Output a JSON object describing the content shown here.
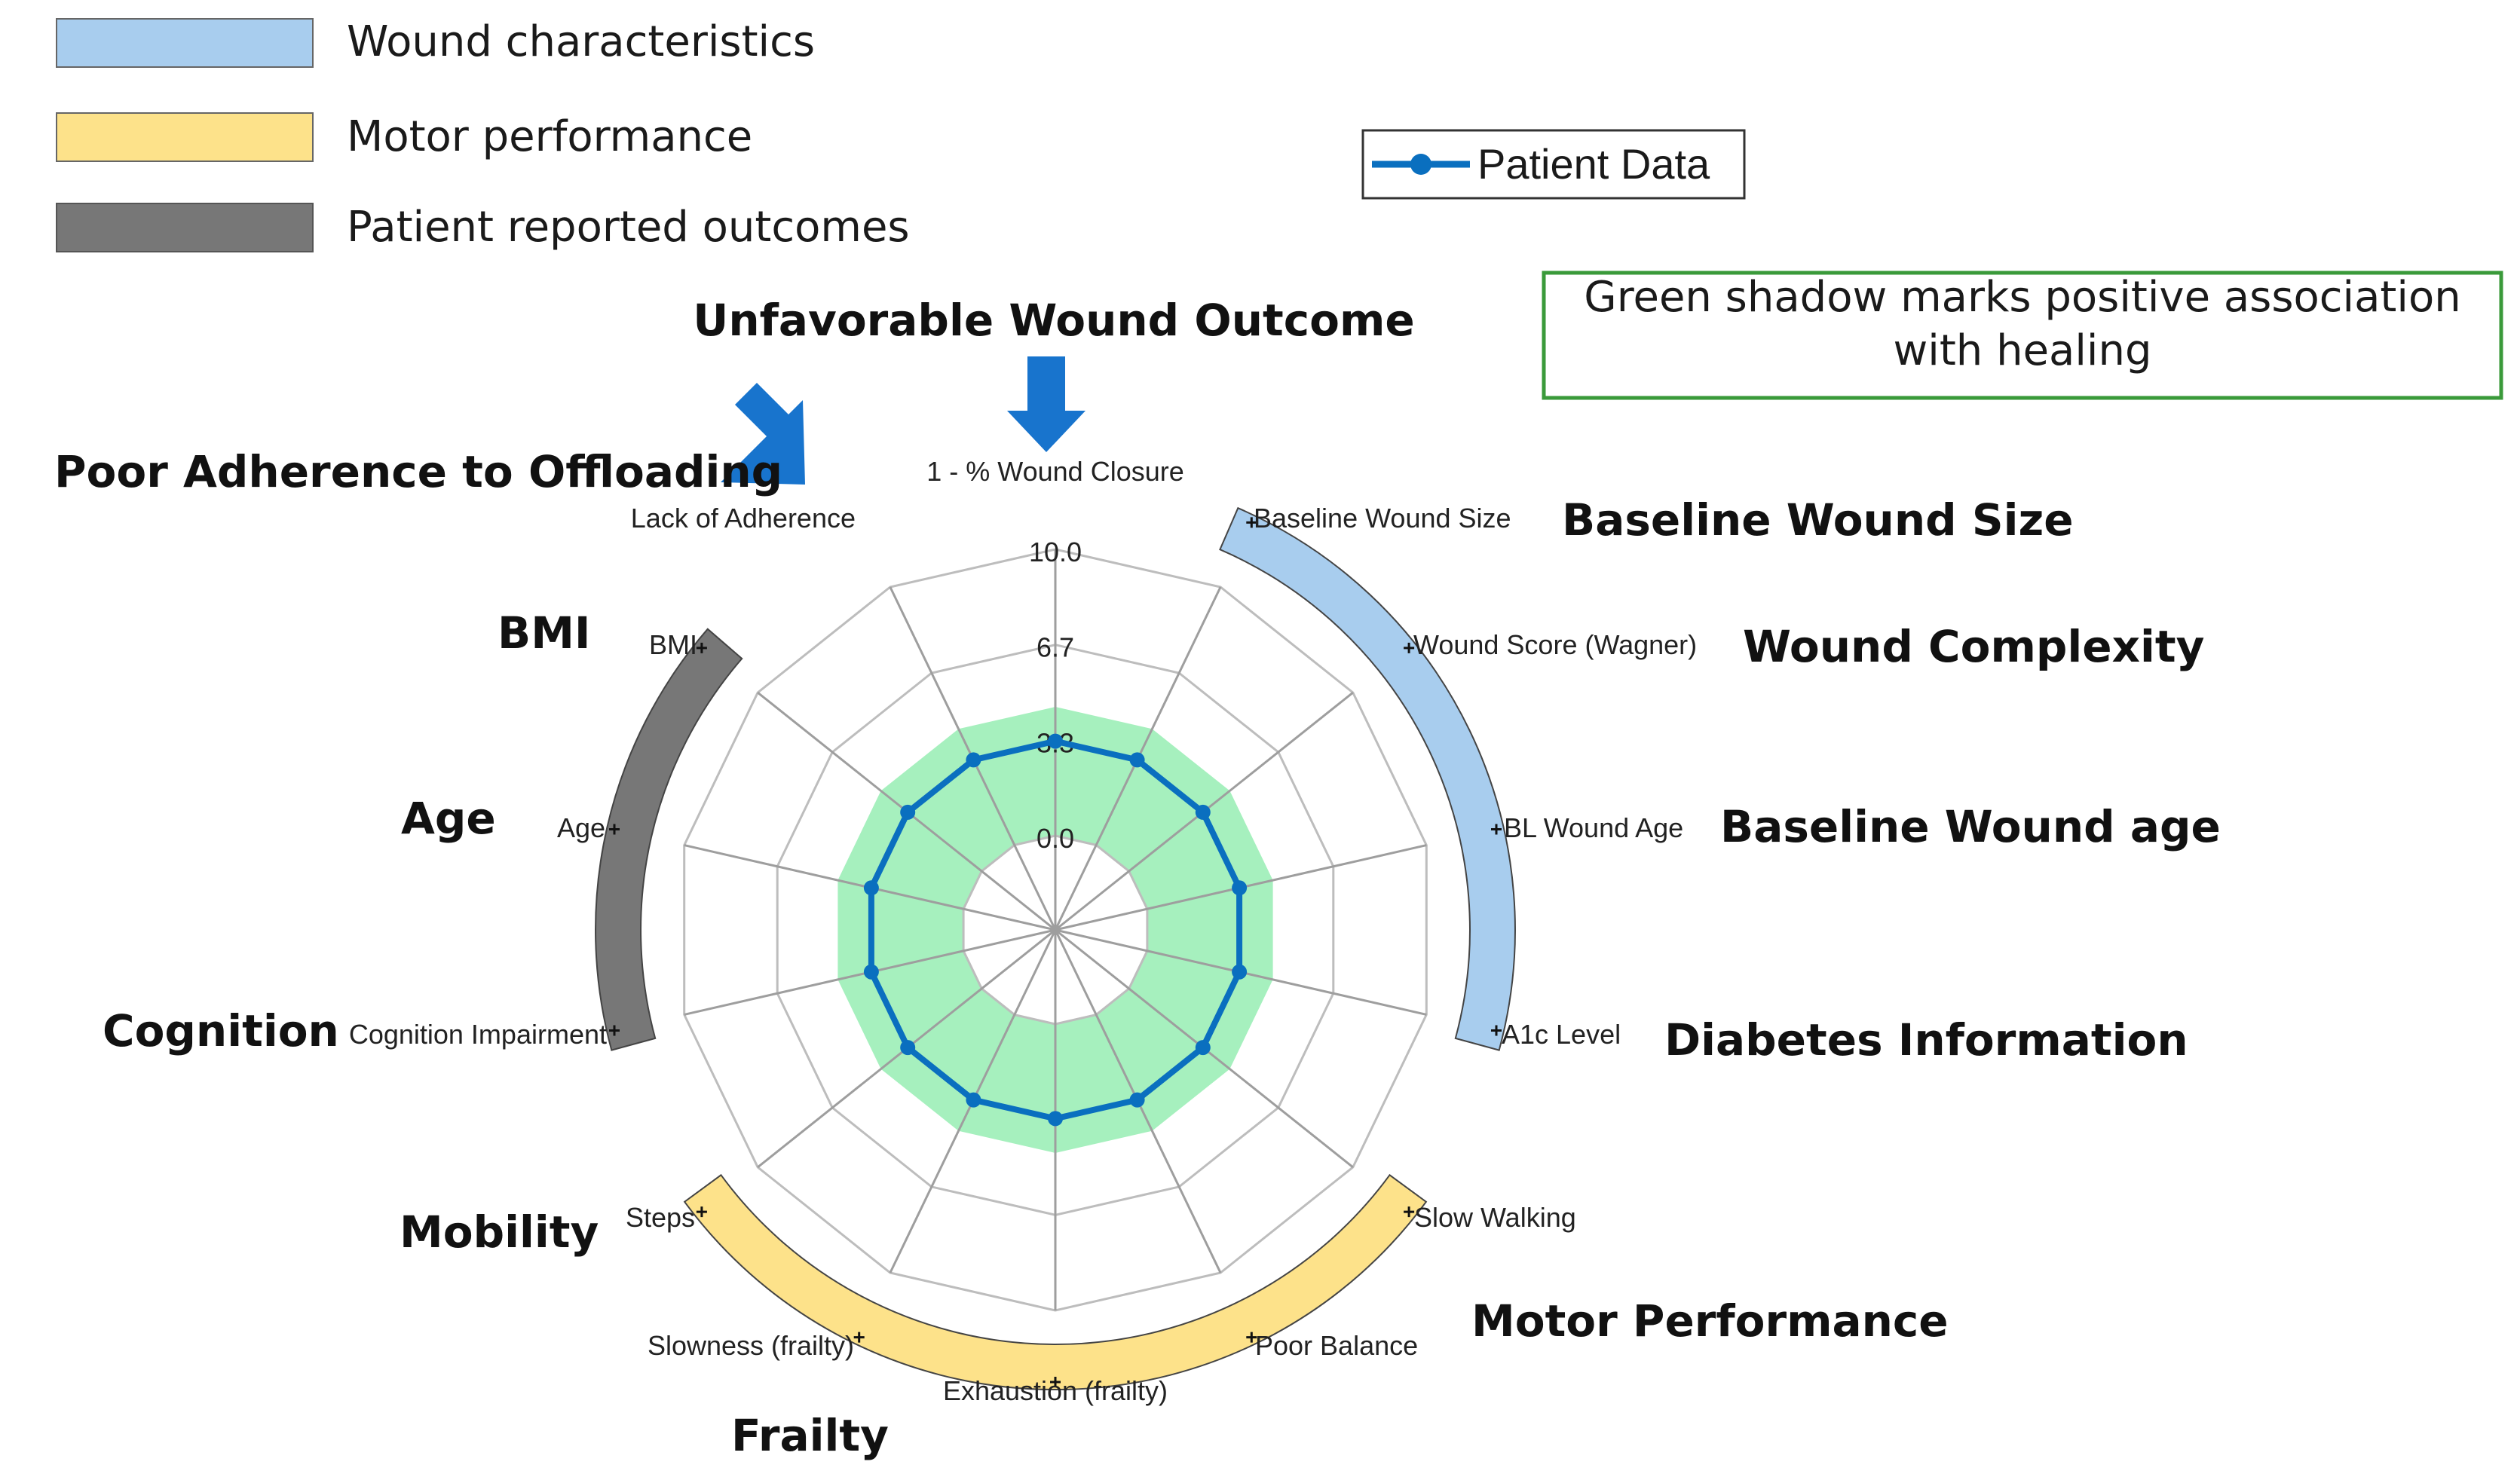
{
  "legend": {
    "categories": [
      {
        "label": "Wound characteristics",
        "color": "#a8cdee"
      },
      {
        "label": "Motor performance",
        "color": "#fde28a"
      },
      {
        "label": "Patient reported outcomes",
        "color": "#777777"
      }
    ],
    "series_label": "Patient Data"
  },
  "note": "Green shadow marks positive association with healing",
  "note_lines": [
    "Green shadow marks positive association",
    "with healing"
  ],
  "colors": {
    "series": "#0a6fbf",
    "band": "#a6f0be",
    "grid": "#bdbdbd",
    "spoke": "#9e9e9e",
    "arrow": "#1874cd",
    "note_border": "#3a9a3a",
    "arc_wound": "#a8cdee",
    "arc_motor": "#fde28a",
    "arc_pro": "#777777"
  },
  "chart_data": {
    "type": "radar",
    "axes": [
      "1 - % Wound Closure",
      "Baseline Wound Size",
      "Wound Score (Wagner)",
      "BL Wound Age",
      "A1c Level",
      "Slow Walking",
      "Poor Balance",
      "Exhaustion (frailty)",
      "Slowness (frailty)",
      "Steps",
      "Cognition Impairment",
      "Age",
      "BMI",
      "Lack of Adherence"
    ],
    "tick_labels": [
      "0.0",
      "3.3",
      "6.7",
      "10.0"
    ],
    "range": [
      0,
      10
    ],
    "series": [
      {
        "name": "Patient Data",
        "values": [
          3.3,
          3.3,
          3.3,
          3.3,
          3.3,
          3.3,
          3.3,
          3.3,
          3.3,
          3.3,
          3.3,
          3.3,
          3.3,
          3.3
        ]
      }
    ],
    "positive_band": [
      0,
      4.5
    ],
    "groups": [
      {
        "name": "Wound characteristics",
        "axes": [
          "Baseline Wound Size",
          "Wound Score (Wagner)",
          "BL Wound Age",
          "A1c Level"
        ]
      },
      {
        "name": "Motor performance",
        "axes": [
          "Slow Walking",
          "Poor Balance",
          "Exhaustion (frailty)",
          "Slowness (frailty)",
          "Steps"
        ]
      },
      {
        "name": "Patient reported outcomes",
        "axes": [
          "Cognition Impairment",
          "Age",
          "BMI"
        ]
      }
    ]
  },
  "annotations": {
    "top": "Unfavorable Wound Outcome",
    "adherence": "Poor Adherence to Offloading",
    "bmi": "BMI",
    "age": "Age",
    "cognition": "Cognition",
    "mobility": "Mobility",
    "frailty": "Frailty",
    "wound_size": "Baseline Wound Size",
    "wound_complexity": "Wound Complexity",
    "wound_age": "Baseline Wound age",
    "diabetes": "Diabetes Information",
    "motor": "Motor Performance"
  }
}
